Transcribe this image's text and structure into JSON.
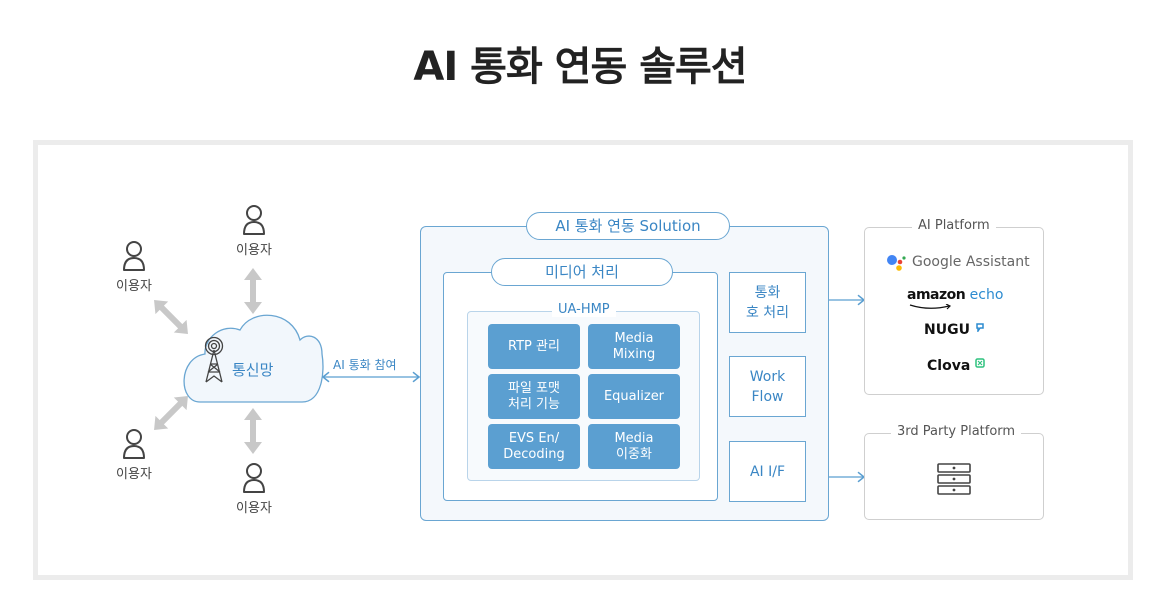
{
  "title": "AI 통화 연동 솔루션",
  "users": [
    {
      "label": "이용자"
    },
    {
      "label": "이용자"
    },
    {
      "label": "이용자"
    },
    {
      "label": "이용자"
    }
  ],
  "network": {
    "label": "통신망"
  },
  "connection": {
    "label": "AI 통화 참여"
  },
  "solution": {
    "title": "AI 통화 연동 Solution",
    "media": {
      "title": "미디어 처리",
      "ua_hmp": {
        "title": "UA-HMP",
        "tiles": [
          "RTP 관리",
          "Media\nMixing",
          "파일 포맷\n처리 기능",
          "Equalizer",
          "EVS En/\nDecoding",
          "Media\n이중화"
        ]
      }
    },
    "side_boxes": [
      "통화\n호 처리",
      "Work\nFlow",
      "AI I/F"
    ]
  },
  "ai_platform": {
    "title": "AI Platform",
    "brands": {
      "google": "Google Assistant",
      "amazon": "amazon",
      "echo": "echo",
      "nugu": "NUGU",
      "clova": "Clova"
    }
  },
  "third_party": {
    "title": "3rd Party Platform"
  },
  "colors": {
    "accent": "#3a86c4",
    "tile": "#5b9fd1",
    "border": "#6aa6d2",
    "gray_arrow": "#c8c8c8",
    "frame": "#ececec"
  }
}
